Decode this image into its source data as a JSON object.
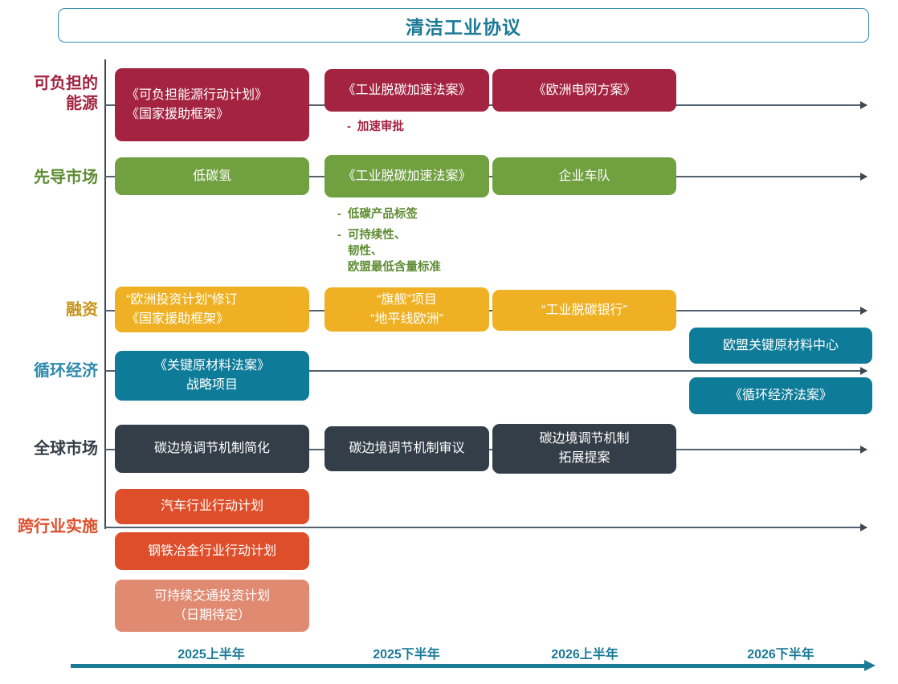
{
  "title": "清洁工业协议",
  "colors": {
    "title_text": "#1B7A96",
    "title_border": "#2E8BAE",
    "dark_red": "#A32340",
    "green": "#70A040",
    "yellow": "#EFB123",
    "teal": "#0E7C99",
    "dark_slate": "#343E48",
    "orange": "#DF4E2B",
    "salmon": "#E08A72",
    "axis": "#3D4852",
    "timeline": "#1B7A96"
  },
  "rows": [
    {
      "id": "affordable-energy",
      "label": "可负担的\n能源",
      "color": "#A32340",
      "boxes": [
        {
          "text": "《可负担能源行动计划》\n《国家援助框架》",
          "align": "left"
        },
        {
          "text": "《工业脱碳加速法案》",
          "align": "center"
        },
        {
          "text": "《欧洲电网方案》",
          "align": "center"
        }
      ],
      "bullets": [
        {
          "dash": "-",
          "text": "加速审批"
        }
      ]
    },
    {
      "id": "lead-markets",
      "label": "先导市场",
      "color": "#70A040",
      "boxes": [
        {
          "text": "低碳氢",
          "align": "center"
        },
        {
          "text": "《工业脱碳加速法案》",
          "align": "center"
        },
        {
          "text": "企业车队",
          "align": "center"
        }
      ],
      "bullets": [
        {
          "dash": "-",
          "text": "低碳产品标签"
        },
        {
          "dash": "-",
          "text": "可持续性、\n韧性、\n欧盟最低含量标准"
        }
      ]
    },
    {
      "id": "financing",
      "label": "融资",
      "color": "#EFB123",
      "boxes": [
        {
          "text": "“欧洲投资计划”修订\n《国家援助框架》",
          "align": "left"
        },
        {
          "text": "“旗舰”项目\n“地平线欧洲”",
          "align": "center"
        },
        {
          "text": "“工业脱碳银行”",
          "align": "center"
        }
      ],
      "bullets": []
    },
    {
      "id": "circular-economy",
      "label": "循环经济",
      "color": "#0E7C99",
      "boxes": [
        {
          "text": "《关键原材料法案》\n战略项目",
          "align": "center"
        },
        {
          "text": "欧盟关键原材料中心",
          "align": "center"
        },
        {
          "text": "《循环经济法案》",
          "align": "center"
        }
      ],
      "bullets": []
    },
    {
      "id": "global-markets",
      "label": "全球市场",
      "color": "#343E48",
      "boxes": [
        {
          "text": "碳边境调节机制简化",
          "align": "center"
        },
        {
          "text": "碳边境调节机制审议",
          "align": "center"
        },
        {
          "text": "碳边境调节机制\n拓展提案",
          "align": "center"
        }
      ],
      "bullets": []
    },
    {
      "id": "cross-sector-implementation",
      "label": "跨行业实施",
      "color": "#DF4E2B",
      "boxes": [
        {
          "text": "汽车行业行动计划",
          "align": "center"
        },
        {
          "text": "钢铁冶金行业行动计划",
          "align": "center"
        },
        {
          "text": "可持续交通投资计划\n（日期待定）",
          "align": "center"
        }
      ],
      "bullets": []
    }
  ],
  "timeline": {
    "labels": [
      "2025上半年",
      "2025下半年",
      "2026上半年",
      "2026下半年"
    ]
  }
}
